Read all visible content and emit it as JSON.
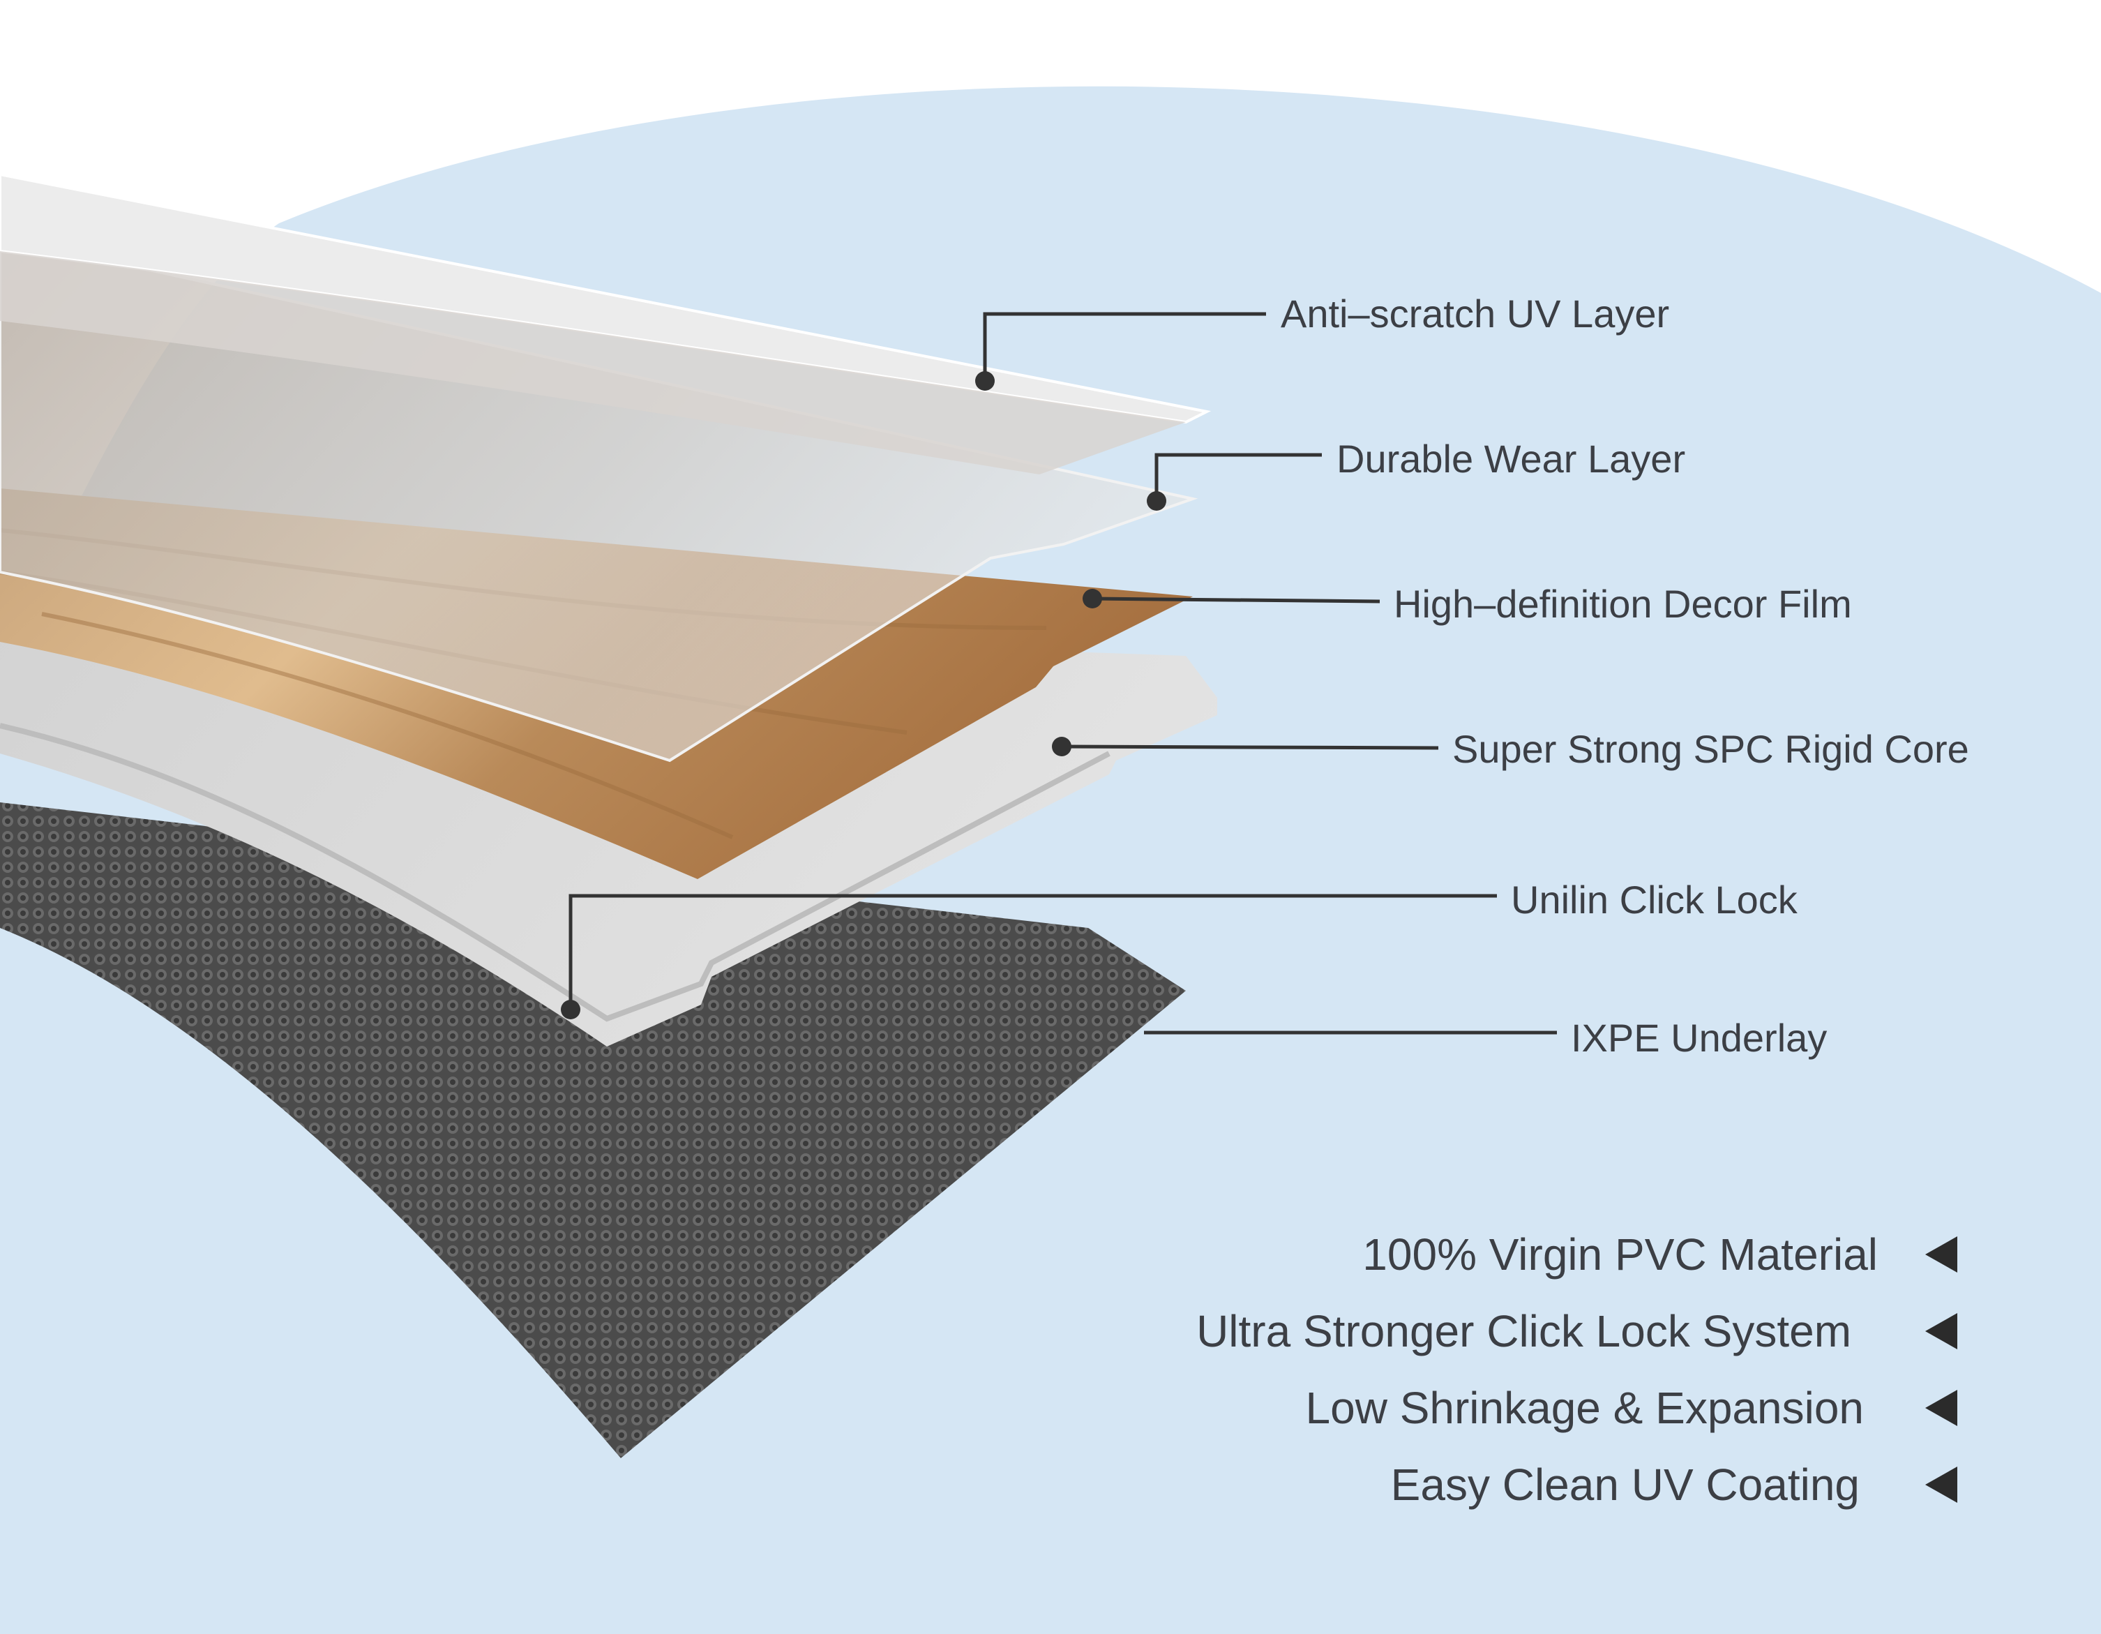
{
  "colors": {
    "background": "#ffffff",
    "blob": "#d5e6f4",
    "uv_layer": "#e8e8e8",
    "wear_layer": "#c9c9c9",
    "decor_film": "#b48a5e",
    "rigid_core": "#d6d6d6",
    "underlay": "#4a4a4a",
    "callout_line": "#333333",
    "text": "#3c3f45",
    "arrow": "#2b2b2b"
  },
  "layers": [
    {
      "id": "uv",
      "label": "Anti–scratch UV Layer"
    },
    {
      "id": "wear",
      "label": "Durable Wear Layer"
    },
    {
      "id": "decor",
      "label": "High–definition Decor Film"
    },
    {
      "id": "core",
      "label": "Super Strong SPC Rigid Core"
    },
    {
      "id": "lock",
      "label": "Unilin Click Lock"
    },
    {
      "id": "underlay",
      "label": "IXPE Underlay"
    }
  ],
  "features": [
    {
      "label": "100% Virgin PVC Material",
      "icon": "arrow-left-icon"
    },
    {
      "label": "Ultra Stronger Click Lock System",
      "icon": "arrow-left-icon"
    },
    {
      "label": "Low Shrinkage & Expansion",
      "icon": "arrow-left-icon"
    },
    {
      "label": "Easy Clean UV Coating",
      "icon": "arrow-left-icon"
    }
  ]
}
